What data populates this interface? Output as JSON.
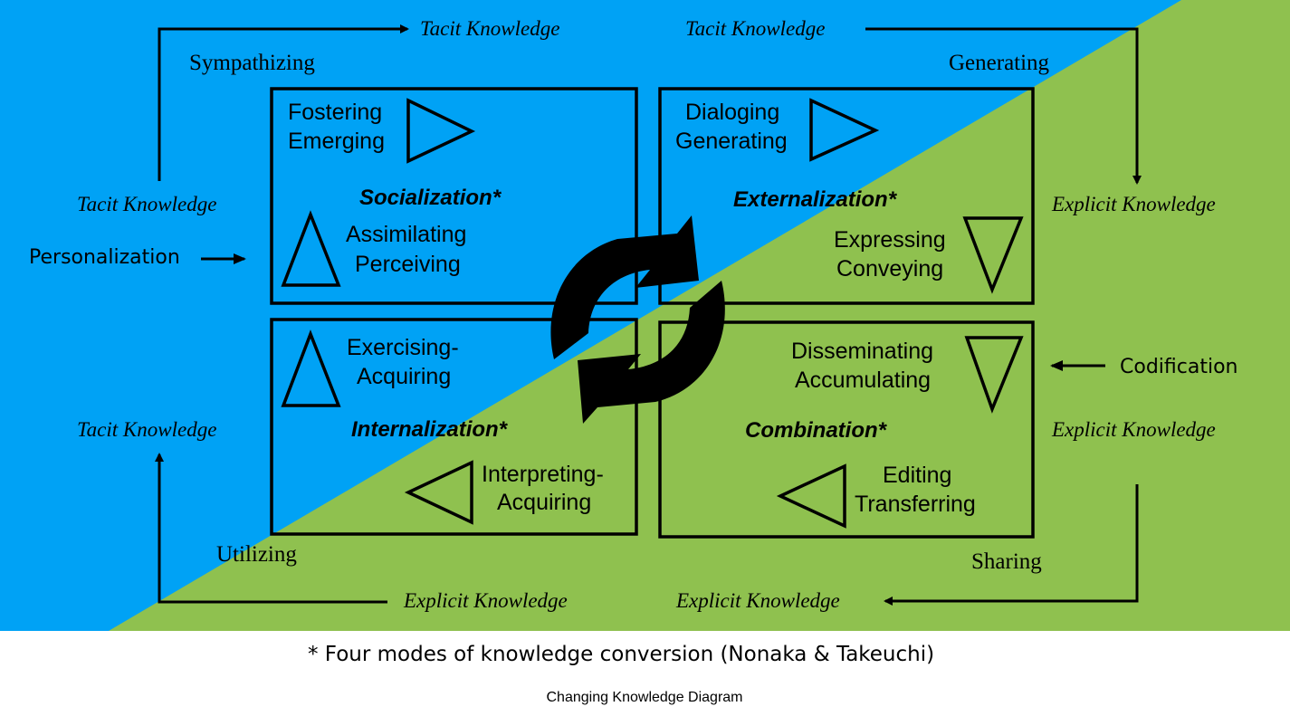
{
  "colors": {
    "tacit_region": "#00A2F5",
    "explicit_region": "#8FC14F",
    "background": "#FFFFFF",
    "ink": "#000000"
  },
  "flow_labels": {
    "top_left": "Tacit Knowledge",
    "top_right": "Tacit Knowledge",
    "left_upper": "Tacit Knowledge",
    "left_lower": "Tacit Knowledge",
    "right_upper": "Explicit Knowledge",
    "right_lower": "Explicit Knowledge",
    "bottom_left": "Explicit Knowledge",
    "bottom_right": "Explicit Knowledge"
  },
  "process_labels": {
    "sympathizing": "Sympathizing",
    "generating": "Generating",
    "utilizing": "Utilizing",
    "sharing": "Sharing"
  },
  "side_labels": {
    "personalization": "Personalization",
    "codification": "Codification"
  },
  "quadrants": [
    {
      "id": "socialization",
      "title": "Socialization*",
      "pair_a": [
        "Fostering",
        "Emerging"
      ],
      "pair_a_icon": "triangle-right-icon",
      "pair_b": [
        "Assimilating",
        "Perceiving"
      ],
      "pair_b_icon": "triangle-up-icon"
    },
    {
      "id": "externalization",
      "title": "Externalization*",
      "pair_a": [
        "Dialoging",
        "Generating"
      ],
      "pair_a_icon": "triangle-right-icon",
      "pair_b": [
        "Expressing",
        "Conveying"
      ],
      "pair_b_icon": "triangle-down-icon"
    },
    {
      "id": "internalization",
      "title": "Internalization*",
      "pair_a": [
        "Exercising-",
        "Acquiring"
      ],
      "pair_a_icon": "triangle-up-icon",
      "pair_b": [
        "Interpreting-",
        "Acquiring"
      ],
      "pair_b_icon": "triangle-left-icon"
    },
    {
      "id": "combination",
      "title": "Combination*",
      "pair_a": [
        "Disseminating",
        "Accumulating"
      ],
      "pair_a_icon": "triangle-down-icon",
      "pair_b": [
        "Editing",
        "Transferring"
      ],
      "pair_b_icon": "triangle-left-icon"
    }
  ],
  "center_icon": "cycle-arrows-icon",
  "footnote": "* Four modes of knowledge conversion (Nonaka & Takeuchi)",
  "caption": "Changing Knowledge Diagram"
}
